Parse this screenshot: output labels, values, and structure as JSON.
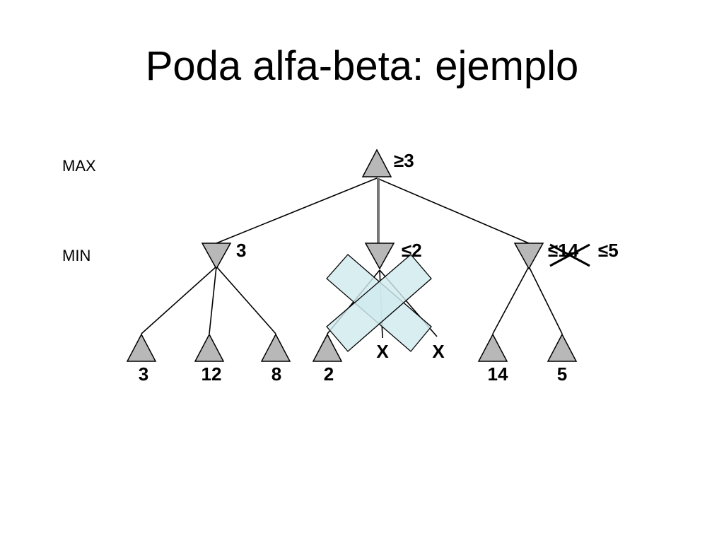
{
  "title": "Poda alfa-beta: ejemplo",
  "levels": {
    "max": "MAX",
    "min": "MIN"
  },
  "root": {
    "label": "≥3"
  },
  "min_nodes": [
    {
      "label": "3"
    },
    {
      "label": "≤2"
    },
    {
      "old_label": "≤14",
      "label": "≤5"
    }
  ],
  "leaves": [
    "3",
    "12",
    "8",
    "2",
    "X",
    "X",
    "14",
    "5"
  ],
  "colors": {
    "node_fill": "#b8b8b8",
    "cross_fill": "#d6eef2",
    "edge": "#000000"
  }
}
